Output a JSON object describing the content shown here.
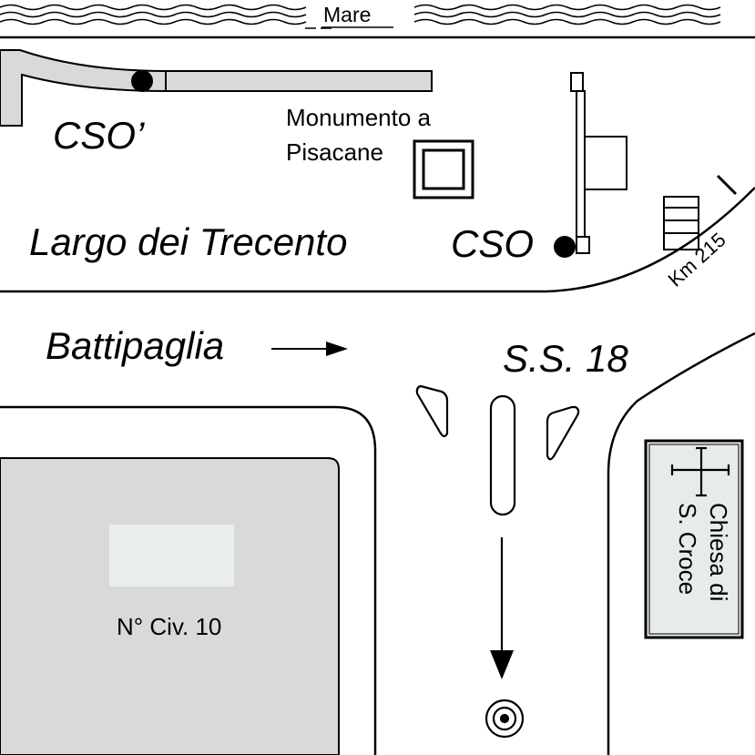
{
  "labels": {
    "sea": "Mare",
    "cso_prime": "CSO’",
    "monument_line1": "Monumento a",
    "monument_line2": "Pisacane",
    "square": "Largo dei Trecento",
    "cso": "CSO",
    "km_marker": "Km 215",
    "direction": "Battipaglia",
    "road": "S.S. 18",
    "church_line1": "Chiesa di",
    "church_line2": "S. Croce",
    "building_number": "N° Civ. 10"
  },
  "icons": {
    "direction_arrow": "right-arrow-icon",
    "route_arrow": "down-arrow-icon",
    "target": "target-marker-icon",
    "church": "cross-icon"
  },
  "colors": {
    "ink": "#000000",
    "block_fill": "#d9d9d9",
    "inner_fill": "#e8eded",
    "church_fill": "#e6ebeb",
    "background": "#ffffff"
  }
}
